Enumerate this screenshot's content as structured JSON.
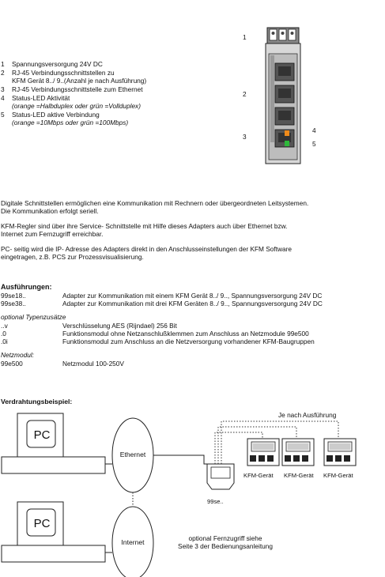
{
  "legend": [
    {
      "num": "1",
      "lines": [
        "Spannungsversorgung 24V DC"
      ]
    },
    {
      "num": "2",
      "lines": [
        "RJ-45 Verbindungsschnittstellen zu",
        "KFM Gerät 8../ 9..(Anzahl je nach Ausführung)"
      ]
    },
    {
      "num": "3",
      "lines": [
        "RJ-45 Verbindungsschnittstelle zum Ethernet"
      ]
    },
    {
      "num": "4",
      "lines": [
        "Status-LED Aktivität",
        "(orange =Halbduplex oder grün =Vollduplex)"
      ]
    },
    {
      "num": "5",
      "lines": [
        "Status-LED aktive Verbindung",
        "(orange =10Mbps oder grün =100Mbps)"
      ]
    }
  ],
  "device_labels": {
    "n1": "1",
    "n2": "2",
    "n3": "3",
    "n4": "4",
    "n5": "5"
  },
  "paragraphs": [
    [
      "Digitale Schnittstellen ermöglichen eine Kommunikation mit Rechnern oder übergeordneten Leitsystemen.",
      "Die Kommunikation erfolgt seriell."
    ],
    [
      "KFM-Regler sind über ihre Service- Schnittstelle mit Hilfe dieses Adapters auch über Ethernet bzw.",
      "Internet zum Fernzugriff erreichbar."
    ],
    [
      "PC- seitig wird die IP- Adresse des Adapters direkt in den Anschlusseinstellungen der KFM Software",
      "eingetragen, z.B. PCS zur Prozessvisualisierung."
    ]
  ],
  "ausfuehrungen": {
    "heading": "Ausführungen:",
    "rows": [
      {
        "code": "99se18..",
        "desc": "Adapter zur Kommunikation mit einem KFM Gerät 8../ 9.., Spannungsversorgung 24V DC"
      },
      {
        "code": "99se38..",
        "desc": "Adapter zur Kommunikation mit drei KFM Geräten 8../ 9.., Spannungsversorgung 24V DC"
      }
    ]
  },
  "optional": {
    "heading": "optional Typenzusätze",
    "rows": [
      {
        "code": "..v",
        "desc": "Verschlüsselung AES (Rijndael) 256 Bit"
      },
      {
        "code": ".0",
        "desc": "Funktionsmodul ohne Netzanschlußklemmen zum Anschluss an Netzmodule 99e500"
      },
      {
        "code": ".0i",
        "desc": "Funktionsmodul zum Anschluss an die Netzversorgung vorhandener KFM-Baugruppen"
      }
    ]
  },
  "netzmodul": {
    "heading": "Netzmodul:",
    "rows": [
      {
        "code": "99e500",
        "desc": "Netzmodul 100-250V"
      }
    ]
  },
  "wiring": {
    "heading": "Verdrahtungsbeispiel:",
    "pc_label": "PC",
    "ethernet": "Ethernet",
    "internet": "Internet",
    "je_nach": "Je nach Ausführung",
    "adapter": "99se..",
    "kfm_label": "KFM-Gerät",
    "remote_note": [
      "optional Fernzugriff siehe",
      "Seite 3 der Bedienungsanleitung"
    ]
  }
}
